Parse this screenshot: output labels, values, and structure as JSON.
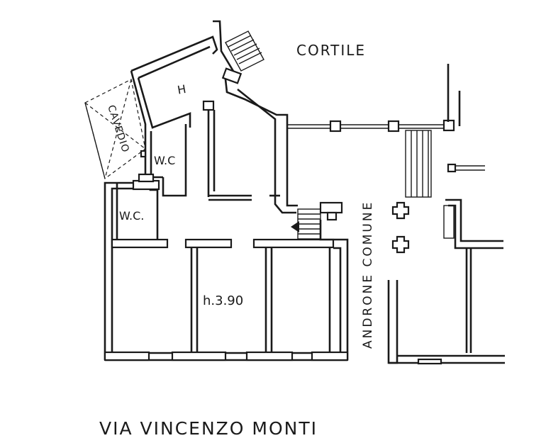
{
  "labels": {
    "courtyard": "CORTILE",
    "light_well": "CAVEDIO",
    "wc_upper": "W.C",
    "wc_lower": "W.C.",
    "ceiling_height": "h.3.90",
    "common_entrance": "ANDRONE COMUNE",
    "room_mark": "H",
    "street": "VIA VINCENZO MONTI"
  }
}
